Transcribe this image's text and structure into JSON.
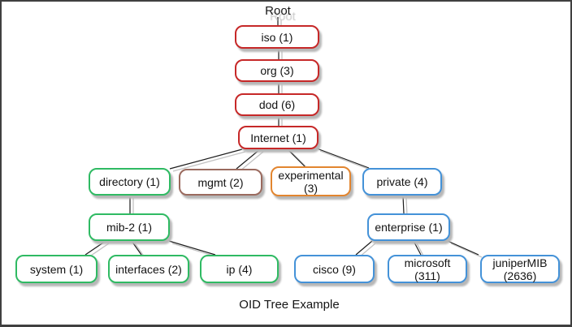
{
  "diagram": {
    "root_label": "Root",
    "caption": "OID Tree Example",
    "colors": {
      "red": "#c62828",
      "brown": "#9a6a5e",
      "green": "#2fba63",
      "orange": "#e2852f",
      "blue": "#4492d8",
      "line": "#1c1c1c",
      "shadow": "#c2c2c2",
      "background": "#ffffff"
    },
    "nodes": [
      {
        "id": "iso",
        "label": "iso (1)",
        "color": "red"
      },
      {
        "id": "org",
        "label": "org (3)",
        "color": "red"
      },
      {
        "id": "dod",
        "label": "dod (6)",
        "color": "red"
      },
      {
        "id": "internet",
        "label": "Internet (1)",
        "color": "red"
      },
      {
        "id": "directory",
        "label": "directory (1)",
        "color": "green"
      },
      {
        "id": "mgmt",
        "label": "mgmt (2)",
        "color": "brown"
      },
      {
        "id": "experimental",
        "label": "experimental (3)",
        "color": "orange",
        "line1": "experimental",
        "line2": "(3)"
      },
      {
        "id": "private",
        "label": "private (4)",
        "color": "blue"
      },
      {
        "id": "mib-2",
        "label": "mib-2 (1)",
        "color": "green"
      },
      {
        "id": "enterprise",
        "label": "enterprise (1)",
        "color": "blue"
      },
      {
        "id": "system",
        "label": "system (1)",
        "color": "green"
      },
      {
        "id": "interfaces",
        "label": "interfaces (2)",
        "color": "green"
      },
      {
        "id": "ip",
        "label": "ip (4)",
        "color": "green"
      },
      {
        "id": "cisco",
        "label": "cisco (9)",
        "color": "blue"
      },
      {
        "id": "microsoft",
        "label": "microsoft (311)",
        "color": "blue",
        "line1": "microsoft",
        "line2": "(311)"
      },
      {
        "id": "junipermib",
        "label": "juniperMIB (2636)",
        "color": "blue",
        "line1": "juniperMIB",
        "line2": "(2636)"
      }
    ],
    "edges": [
      [
        "Root",
        "iso"
      ],
      [
        "iso",
        "org"
      ],
      [
        "org",
        "dod"
      ],
      [
        "dod",
        "Internet"
      ],
      [
        "Internet",
        "directory"
      ],
      [
        "Internet",
        "mgmt"
      ],
      [
        "Internet",
        "experimental"
      ],
      [
        "Internet",
        "private"
      ],
      [
        "directory",
        "mib-2"
      ],
      [
        "private",
        "enterprise"
      ],
      [
        "mib-2",
        "system"
      ],
      [
        "mib-2",
        "interfaces"
      ],
      [
        "mib-2",
        "ip"
      ],
      [
        "enterprise",
        "cisco"
      ],
      [
        "enterprise",
        "microsoft"
      ],
      [
        "enterprise",
        "juniperMIB"
      ]
    ]
  }
}
